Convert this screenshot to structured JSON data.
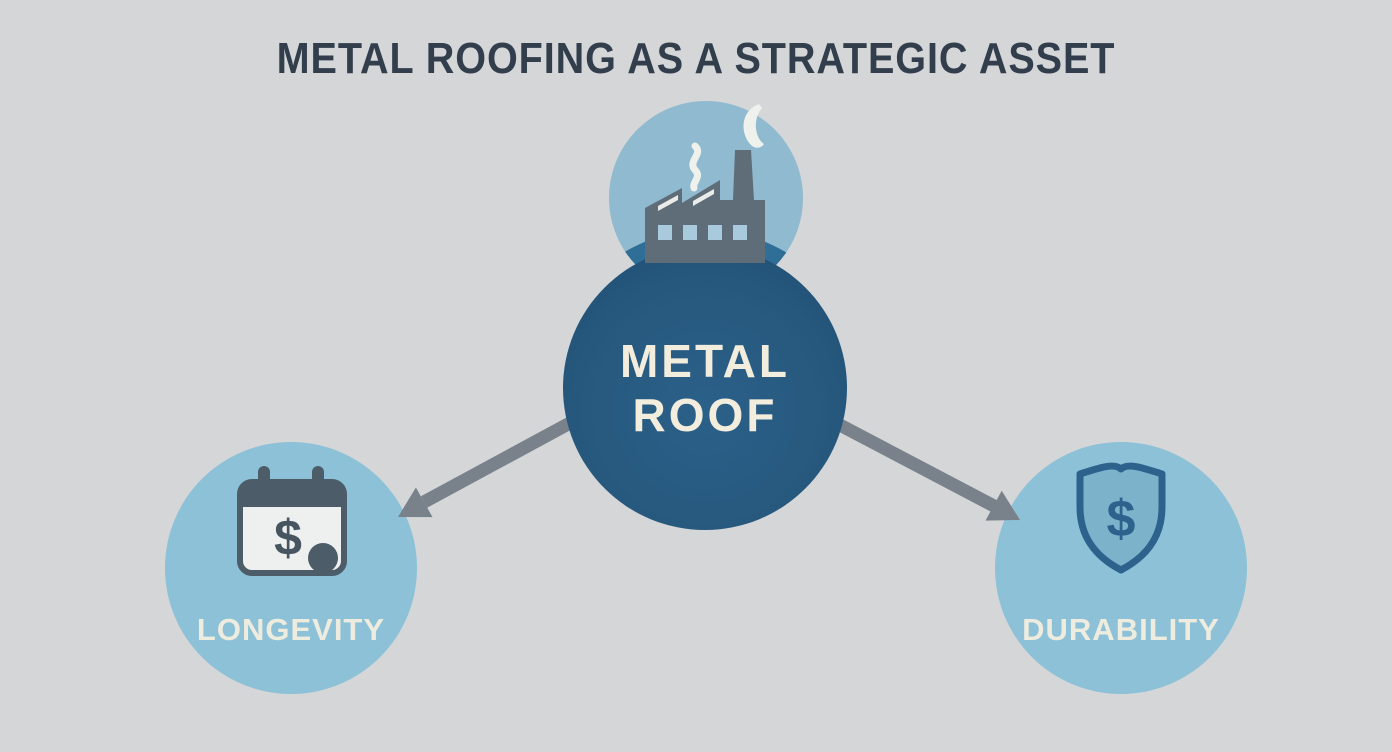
{
  "title": "METAL ROOFING AS A STRATEGIC ASSET",
  "diagram": {
    "center_node": {
      "label": "METAL ROOF"
    },
    "top_node": {
      "icon": "factory-icon"
    },
    "left_node": {
      "label": "LONGEVITY",
      "icon": "calendar-dollar-icon",
      "dollar_symbol": "$"
    },
    "right_node": {
      "label": "DURABILITY",
      "icon": "shield-dollar-icon",
      "dollar_symbol": "$"
    }
  },
  "colors": {
    "background": "#d5d6d8",
    "title_text": "#333e4d",
    "center_circle": "#27597e",
    "top_circle": "#90bacf",
    "side_circle": "#8dc1d7",
    "overlap_band": "#2e6e97",
    "arrow": "#79818a",
    "cream_text": "#f2eddc",
    "icon_slate": "#4d5c69",
    "factory_gray": "#5f6d79",
    "shield_blue": "#2d628d"
  }
}
